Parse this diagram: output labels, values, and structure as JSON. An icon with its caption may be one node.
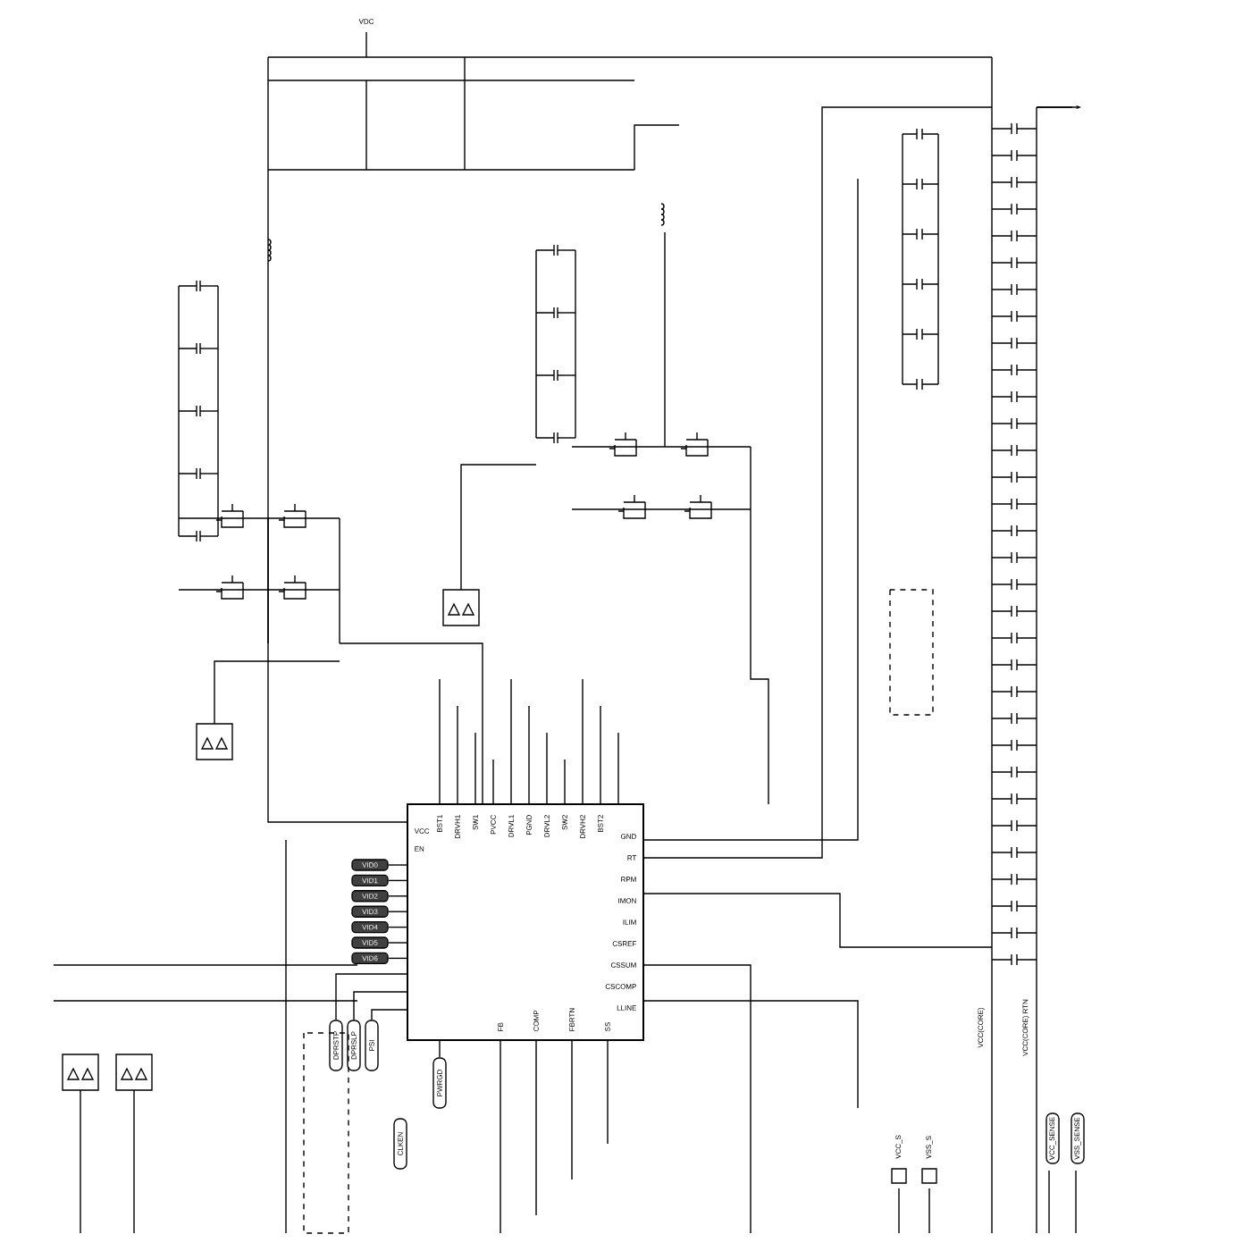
{
  "diagram": {
    "nodes": [
      {
        "text": [],
        "shape": "box"
      },
      {
        "text": [
          "VID0"
        ]
      },
      {
        "text": [
          "VID1"
        ]
      },
      {
        "text": [
          "VID2"
        ]
      },
      {
        "text": [
          "VID3"
        ]
      },
      {
        "text": [
          "VID4"
        ]
      },
      {
        "text": [
          "VID5"
        ]
      },
      {
        "text": [
          "VID6"
        ]
      },
      {
        "text": [
          "DPRSTP"
        ]
      },
      {
        "text": [
          "DPRSLP"
        ]
      },
      {
        "text": [
          "PSI"
        ]
      },
      {
        "text": [
          "PWRGD"
        ]
      },
      {
        "text": [
          "CLKEN"
        ]
      },
      {
        "text": [
          "VCC_SENSE"
        ]
      },
      {
        "text": [
          "VSS_SENSE"
        ]
      },
      {
        "text": [],
        "shape": "box",
        "beside": [
          "VCC_S"
        ]
      },
      {
        "text": [],
        "shape": "box",
        "beside": [
          "VSS_S"
        ]
      }
    ],
    "edges": [
      {
        "from": 1,
        "to": 0,
        "arrow": "none"
      },
      {
        "from": 2,
        "to": 0,
        "arrow": "none"
      },
      {
        "from": 3,
        "to": 0,
        "arrow": "none"
      },
      {
        "from": 4,
        "to": 0,
        "arrow": "none"
      },
      {
        "from": 5,
        "to": 0,
        "arrow": "none"
      },
      {
        "from": 6,
        "to": 0,
        "arrow": "none"
      },
      {
        "from": 7,
        "to": 0,
        "arrow": "none"
      },
      {
        "from": 8,
        "to": 0,
        "arrow": "none"
      },
      {
        "from": 9,
        "to": 0,
        "arrow": "none"
      },
      {
        "from": 10,
        "to": 0,
        "arrow": "none"
      },
      {
        "from": 11,
        "to": 0,
        "arrow": "none"
      }
    ],
    "labels": [
      "VDC",
      "VCC(CORE)",
      "VCC(CORE) RTN",
      "BST1",
      "DRVH1",
      "SW1",
      "PVCC",
      "DRVL1",
      "PGND",
      "DRVL2",
      "SW2",
      "DRVH2",
      "BST2",
      "VCC",
      "EN",
      "GND",
      "RT",
      "RPM",
      "IMON",
      "ILIM",
      "CSREF",
      "CSSUM",
      "CSCOMP",
      "LLINE",
      "FB",
      "COMP",
      "FBRTN",
      "SS"
    ]
  }
}
